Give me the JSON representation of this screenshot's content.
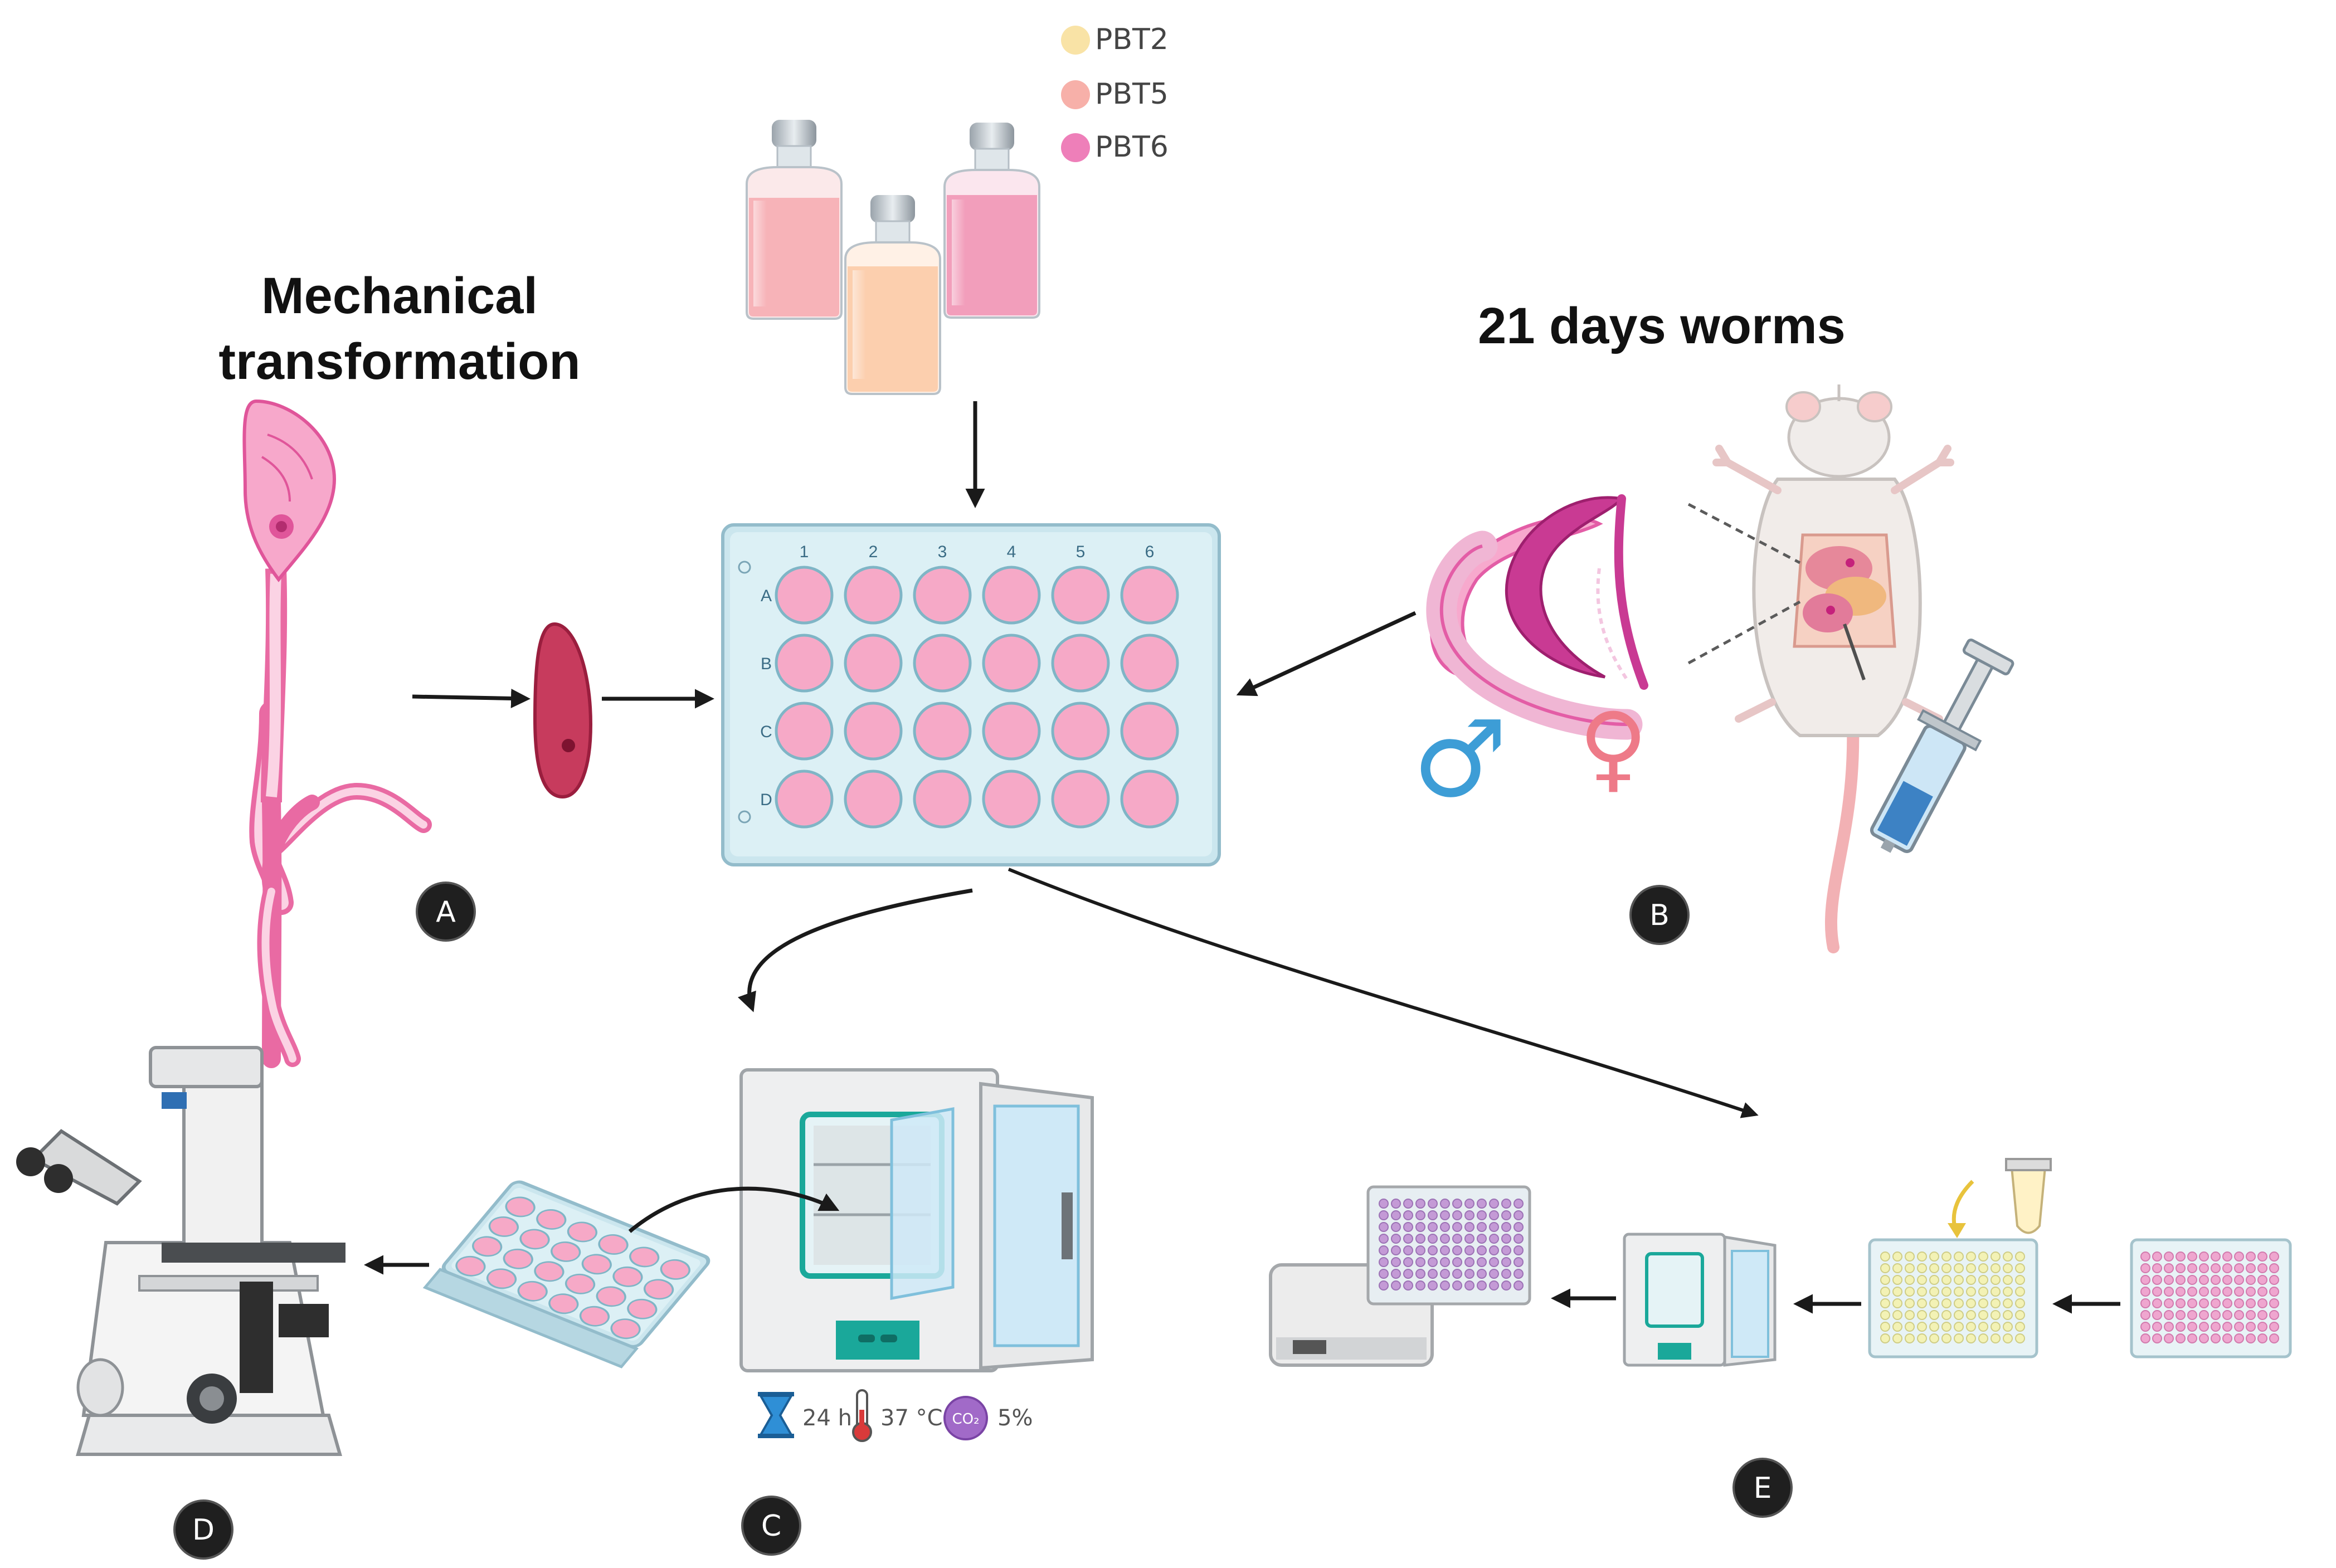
{
  "legend": [
    {
      "label": "PBT2",
      "color": "#f9e3a6"
    },
    {
      "label": "PBT5",
      "color": "#f7b0a9"
    },
    {
      "label": "PBT6",
      "color": "#ee7fb9"
    }
  ],
  "titles": {
    "mechanical_line1": "Mechanical",
    "mechanical_line2": "transformation",
    "worms": "21 days worms"
  },
  "plate24": {
    "columns": [
      "1",
      "2",
      "3",
      "4",
      "5",
      "6"
    ],
    "rows": [
      "A",
      "B",
      "C",
      "D"
    ],
    "well_color": "#f6a9c7"
  },
  "sex_symbols": {
    "male": "♂",
    "female": "♀"
  },
  "badges": {
    "A": "A",
    "B": "B",
    "C": "C",
    "D": "D",
    "E": "E"
  },
  "incubation": {
    "time": "24 h",
    "temperature": "37 °C",
    "co2_icon_label": "CO₂",
    "co2": "5%"
  },
  "colors": {
    "accent_teal": "#1aa89a",
    "plate_blue": "#d7edf3",
    "worm_pink": "#e35da6",
    "male_blue": "#3d9dd6",
    "female_pink": "#ee7a88"
  }
}
